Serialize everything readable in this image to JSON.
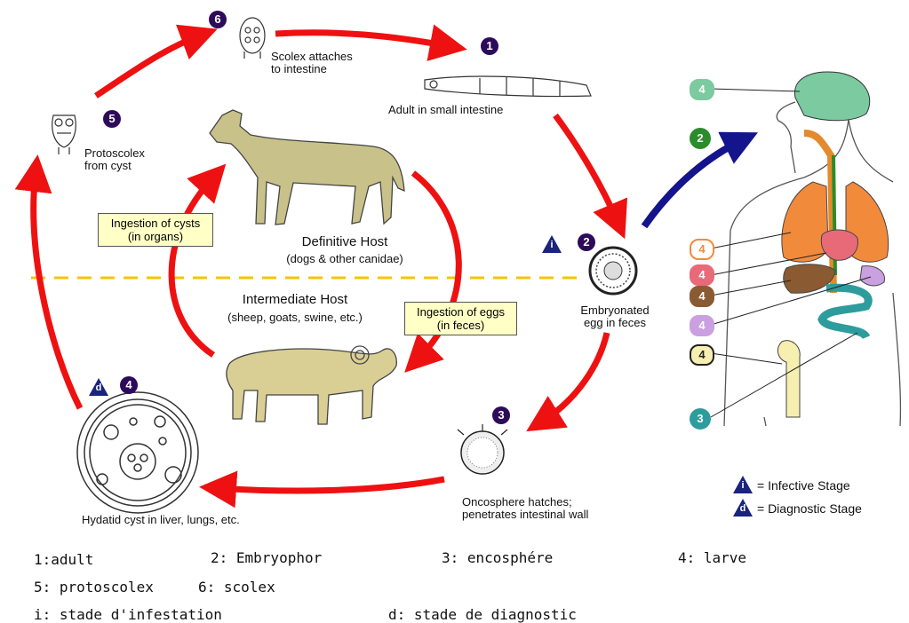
{
  "stages": {
    "s6": {
      "num": "6",
      "label1": "Scolex attaches",
      "label2": "to intestine"
    },
    "s1": {
      "num": "1",
      "label": "Adult in small intestine"
    },
    "s5": {
      "num": "5",
      "label1": "Protoscolex",
      "label2": "from cyst"
    },
    "s2": {
      "num": "2",
      "label1": "Embryonated",
      "label2": "egg in feces",
      "marker": "i"
    },
    "s3": {
      "num": "3",
      "label1": "Oncosphere hatches;",
      "label2": "penetrates intestinal wall"
    },
    "s4": {
      "num": "4",
      "label": "Hydatid cyst in liver, lungs, etc.",
      "marker": "d"
    }
  },
  "hosts": {
    "definitive_title": "Definitive Host",
    "definitive_sub": "(dogs & other canidae)",
    "intermediate_title": "Intermediate Host",
    "intermediate_sub": "(sheep, goats, swine, etc.)"
  },
  "boxes": {
    "cysts_1": "Ingestion of cysts",
    "cysts_2": "(in organs)",
    "eggs_1": "Ingestion of eggs",
    "eggs_2": "(in feces)"
  },
  "human": {
    "labels": [
      {
        "num": "4",
        "color": "#7ccaa0"
      },
      {
        "num": "2",
        "color": "#2a8c2a"
      },
      {
        "num": "4",
        "color": "#f28a3c"
      },
      {
        "num": "4",
        "color": "#e86a78"
      },
      {
        "num": "4",
        "color": "#8a5a32"
      },
      {
        "num": "4",
        "color": "#caa0e0"
      },
      {
        "num": "4",
        "color": "#f6efb0"
      },
      {
        "num": "3",
        "color": "#2e9c9c"
      }
    ]
  },
  "legend": {
    "infective_marker": "i",
    "infective": "= Infective Stage",
    "diagnostic_marker": "d",
    "diagnostic": "= Diagnostic Stage"
  },
  "notes": {
    "n1": "1:adult",
    "n2": "2: Embryophor",
    "n3": "3:    encosphére",
    "n4": "4: larve",
    "n5": "5: protoscolex",
    "n6": "6: scolex",
    "n7": "i: stade d'infestation",
    "n8": "d: stade de diagnostic"
  },
  "colors": {
    "arrow": "#ee1111",
    "blue_arrow": "#14148c",
    "dashed": "#f5c400",
    "stage_dot": "#2d0a5a"
  }
}
